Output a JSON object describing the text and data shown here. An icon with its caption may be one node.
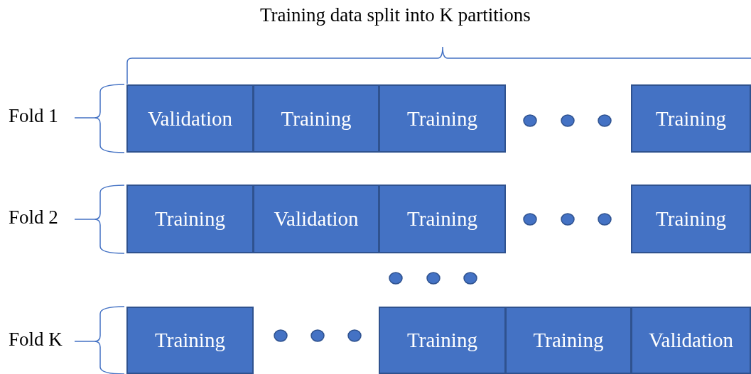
{
  "diagram": {
    "title": "Training data split into K partitions",
    "nodes": [
      {
        "text": [
          "Validation"
        ]
      },
      {
        "text": [
          "Training"
        ]
      },
      {
        "text": [
          "Training"
        ]
      },
      {
        "text": [
          "Training"
        ]
      },
      {
        "text": [
          "Training"
        ]
      },
      {
        "text": [
          "Validation"
        ]
      },
      {
        "text": [
          "Training"
        ]
      },
      {
        "text": [
          "Training"
        ]
      },
      {
        "text": [
          "Training"
        ]
      },
      {
        "text": [
          "Training"
        ]
      },
      {
        "text": [
          "Training"
        ]
      },
      {
        "text": [
          "Validation"
        ]
      }
    ],
    "edges": [],
    "labels": [
      "Fold 1",
      "Fold 2",
      "Fold K"
    ]
  }
}
